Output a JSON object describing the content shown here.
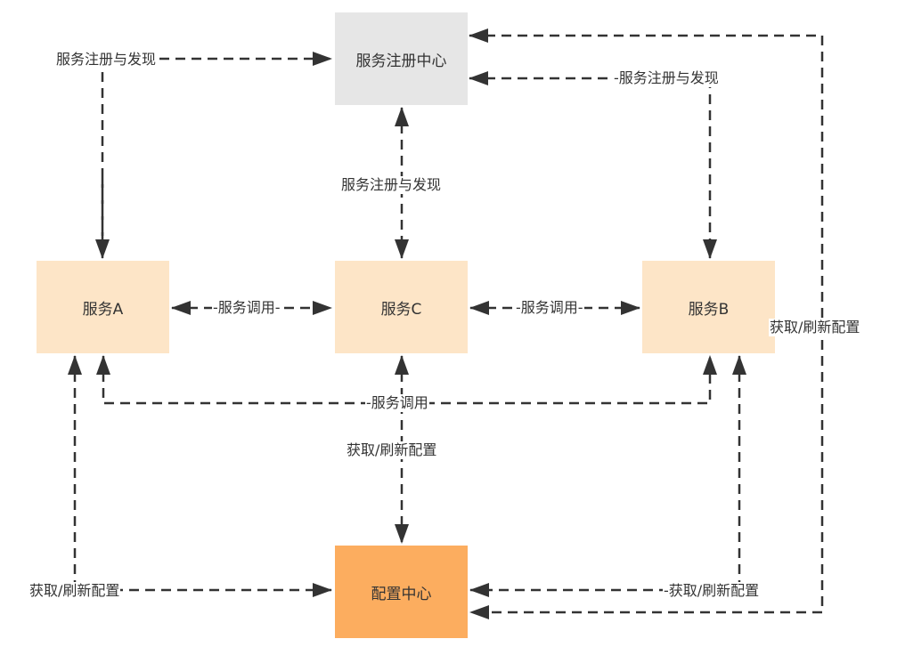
{
  "colors": {
    "registry": "#e6e6e6",
    "service": "#fde5c7",
    "config": "#fcad5f",
    "edge": "#333333",
    "text": "#333333"
  },
  "nodes": {
    "registry": "服务注册中心",
    "service_a": "服务A",
    "service_c": "服务C",
    "service_b": "服务B",
    "config": "配置中心"
  },
  "edge_labels": {
    "reg_discover_a": "服务注册与发现",
    "reg_discover_b": "-服务注册与发现",
    "reg_discover_c": "服务注册与发现",
    "call_a_c": "-服务调用-",
    "call_c_b": "-服务调用-",
    "call_a_b": "-服务调用",
    "config_c": "获取/刷新配置",
    "config_a": "获取/刷新配置",
    "config_b_inner": "-获取/刷新配置",
    "config_b_outer": "获取/刷新配置"
  }
}
